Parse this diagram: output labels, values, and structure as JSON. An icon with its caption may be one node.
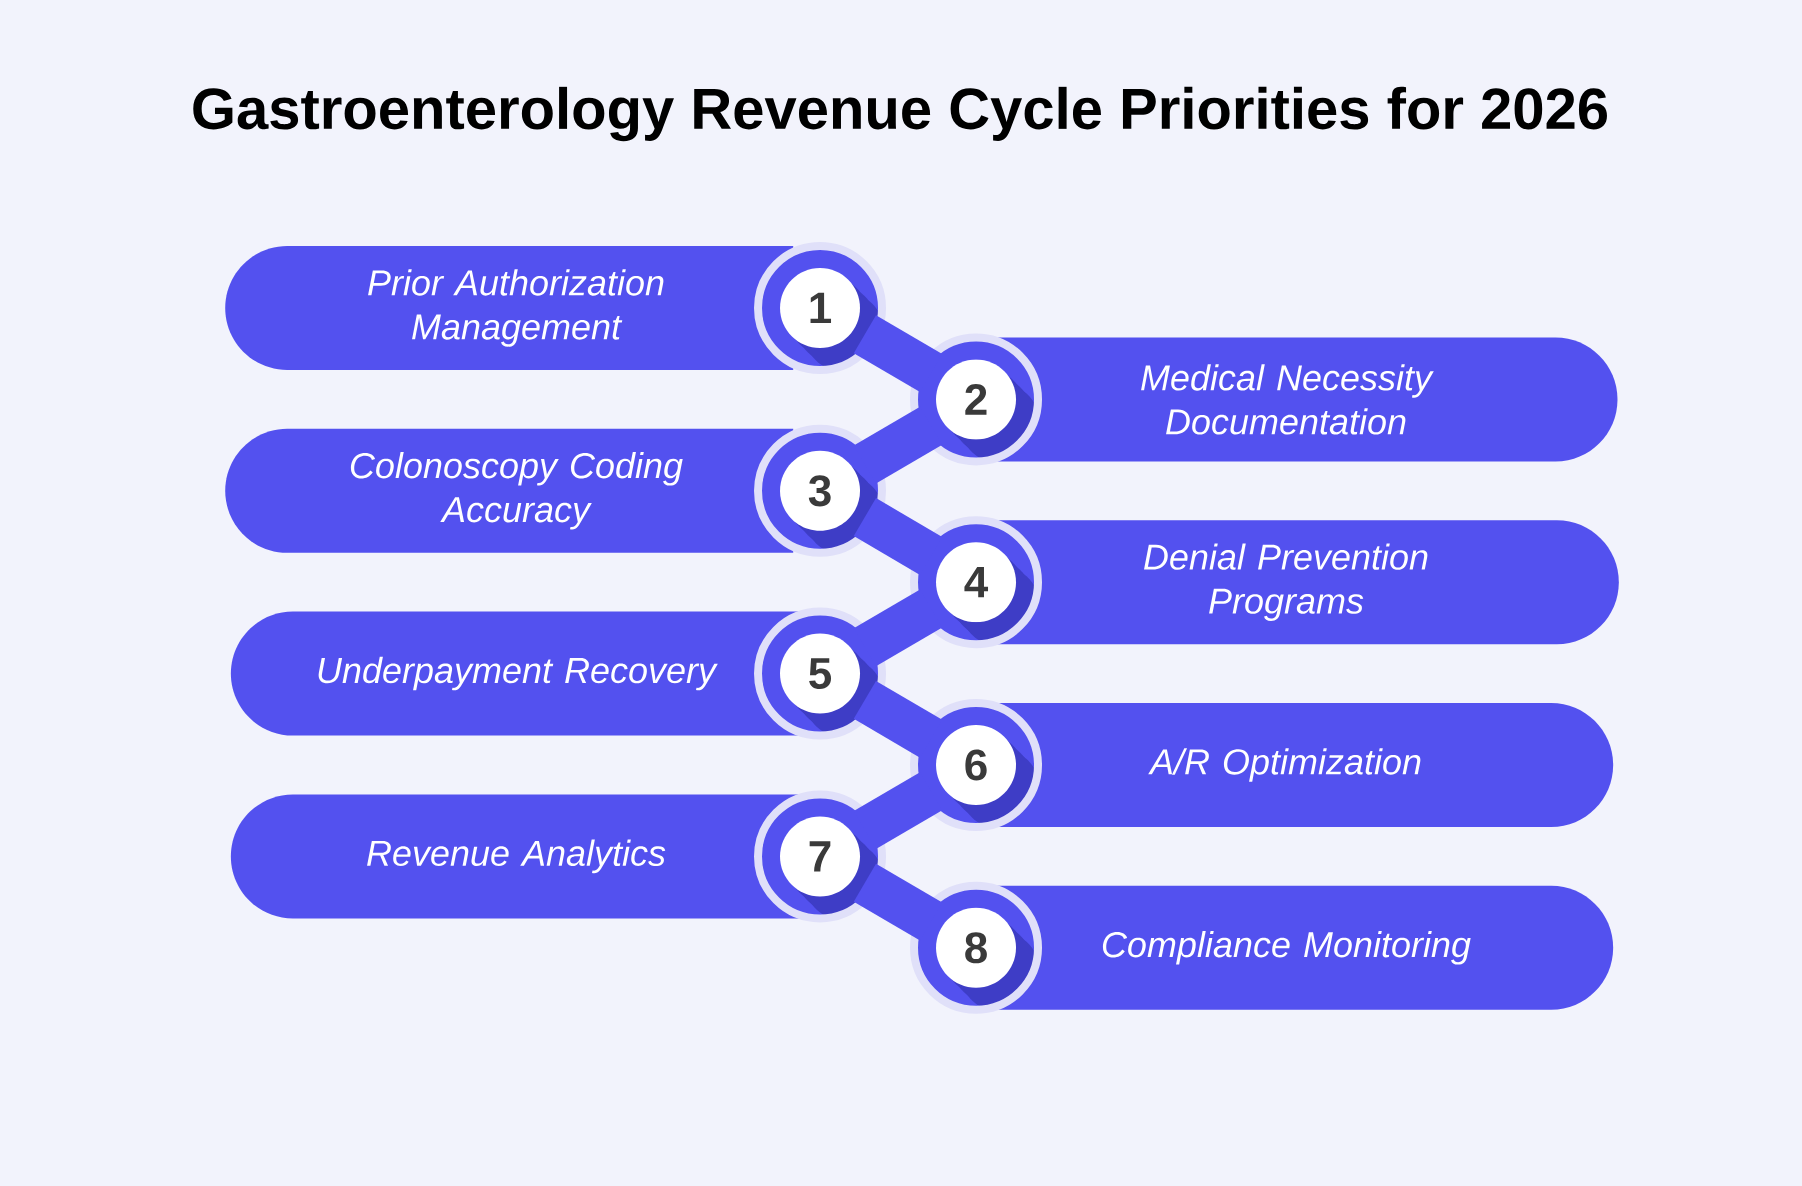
{
  "diagram": {
    "title": "Gastroenterology Revenue Cycle Priorities for 2026",
    "nodes": [
      {
        "text": [
          "Prior Authorization Management"
        ]
      },
      {
        "text": [
          "1"
        ]
      },
      {
        "text": [
          "2"
        ]
      },
      {
        "text": [
          "Medical Necessity Documentation"
        ]
      },
      {
        "text": [
          "Colonoscopy Coding Accuracy"
        ]
      },
      {
        "text": [
          "3"
        ]
      },
      {
        "text": [
          "4"
        ]
      },
      {
        "text": [
          "Denial Prevention Programs"
        ]
      },
      {
        "text": [
          "Underpayment Recovery"
        ]
      },
      {
        "text": [
          "5"
        ]
      },
      {
        "text": [
          "6"
        ]
      },
      {
        "text": [
          "A/R Optimization"
        ]
      },
      {
        "text": [
          "Revenue Analytics"
        ]
      },
      {
        "text": [
          "7"
        ]
      },
      {
        "text": [
          "8"
        ]
      },
      {
        "text": [
          "Compliance Monitoring"
        ]
      }
    ],
    "edges": [
      {
        "from": 1,
        "to": 2,
        "arrow": "none"
      },
      {
        "from": 2,
        "to": 5,
        "arrow": "none"
      },
      {
        "from": 5,
        "to": 6,
        "arrow": "none"
      },
      {
        "from": 6,
        "to": 9,
        "arrow": "none"
      },
      {
        "from": 9,
        "to": 10,
        "arrow": "none"
      },
      {
        "from": 10,
        "to": 13,
        "arrow": "none"
      },
      {
        "from": 13,
        "to": 14,
        "arrow": "none"
      }
    ]
  }
}
